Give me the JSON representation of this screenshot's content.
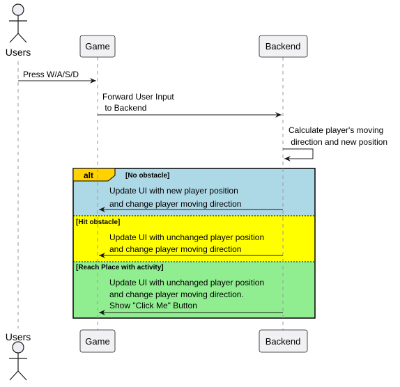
{
  "participants": {
    "users": "Users",
    "game": "Game",
    "backend": "Backend"
  },
  "messages": {
    "m1": "Press W/A/S/D",
    "m2_line1": "Forward User Input",
    "m2_line2": " to Backend",
    "m3_line1": "Calculate player's moving",
    "m3_line2": " direction and new position"
  },
  "alt": {
    "keyword": "alt",
    "cases": [
      {
        "guard": "[No obstacle]",
        "line1": "Update UI with new player position",
        "line2": "and change player moving direction",
        "color": "#add8e6"
      },
      {
        "guard": "[Hit obstacle]",
        "line1": "Update UI with unchanged player position",
        "line2": "and change player moving direction",
        "color": "#ffff00"
      },
      {
        "guard": "[Reach Place with activity]",
        "line1": "Update UI with unchanged player position",
        "line2": "and change player moving direction.",
        "line3": "Show \"Click Me\" Button",
        "color": "#90ee90"
      }
    ],
    "label_color": "#ffd200"
  },
  "colors": {
    "participant_fill": "#f1f1f4",
    "participant_stroke": "#181818",
    "lifeline": "#9a9a9a",
    "actor_fill": "#eeeef6"
  }
}
